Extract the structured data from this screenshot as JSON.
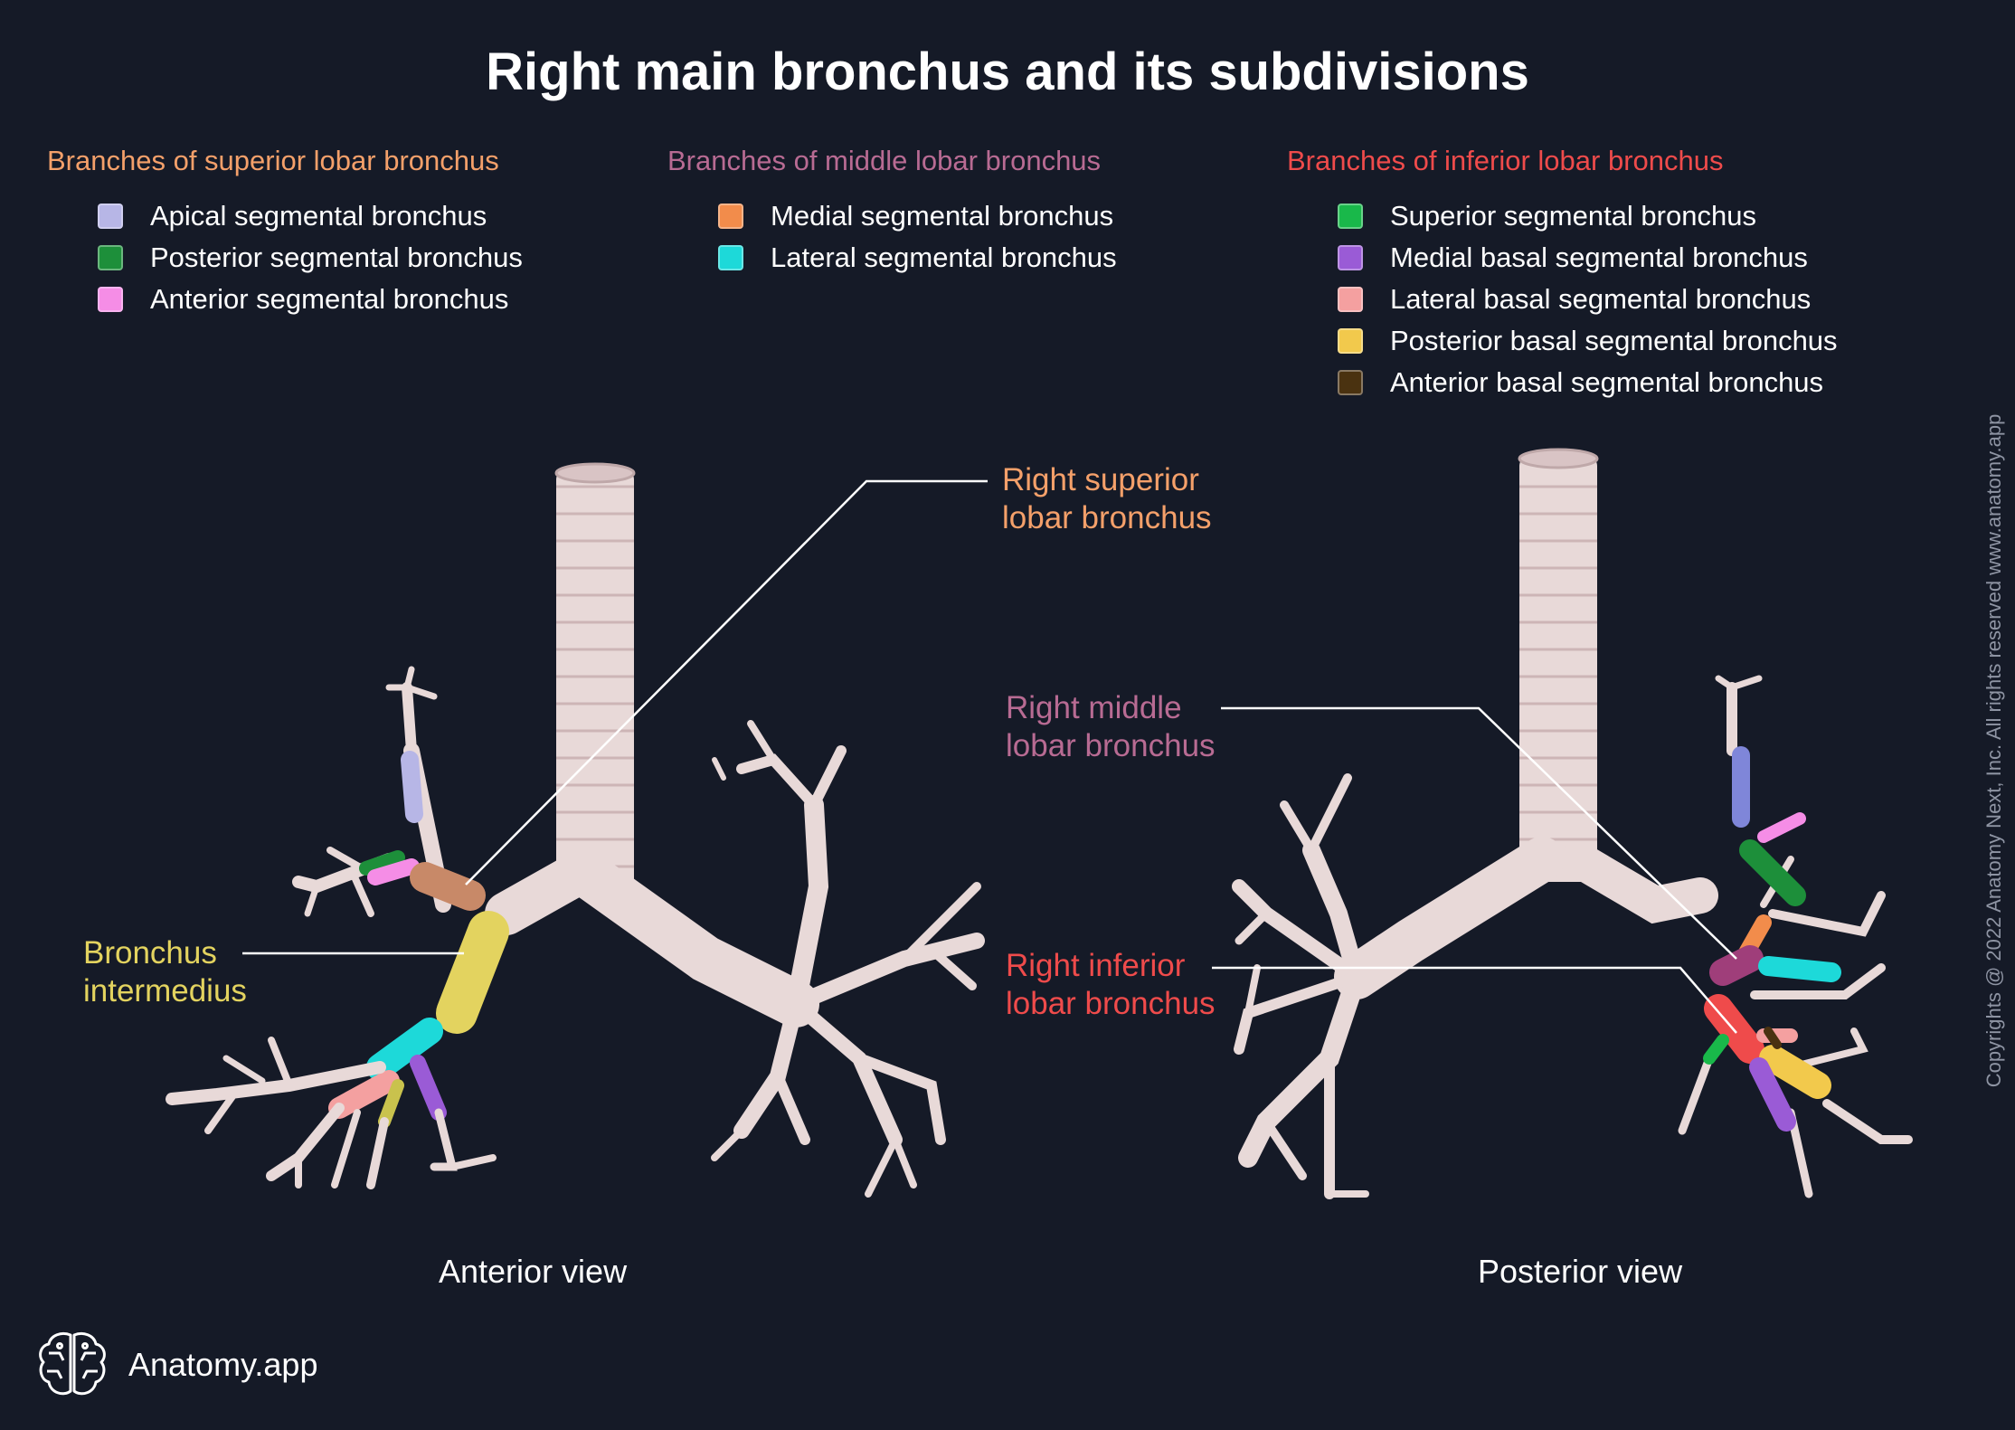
{
  "title": "Right main bronchus and its subdivisions",
  "legend": {
    "superior": {
      "heading": "Branches of superior lobar bronchus",
      "color": "#f4a06a",
      "items": [
        {
          "label": "Apical segmental bronchus",
          "color": "#b7b6e6"
        },
        {
          "label": "Posterior segmental bronchus",
          "color": "#1d8f3a"
        },
        {
          "label": "Anterior segmental bronchus",
          "color": "#f58de6"
        }
      ]
    },
    "middle": {
      "heading": "Branches of middle lobar bronchus",
      "color": "#b86b93",
      "items": [
        {
          "label": "Medial segmental bronchus",
          "color": "#f28c4b"
        },
        {
          "label": "Lateral segmental bronchus",
          "color": "#1dd9d9"
        }
      ]
    },
    "inferior": {
      "heading": "Branches of inferior lobar bronchus",
      "color": "#ef4b4b",
      "items": [
        {
          "label": "Superior segmental bronchus",
          "color": "#19b84a"
        },
        {
          "label": "Medial basal segmental bronchus",
          "color": "#9a5bd6"
        },
        {
          "label": "Lateral basal segmental bronchus",
          "color": "#f4a0a0"
        },
        {
          "label": "Posterior basal segmental bronchus",
          "color": "#f2c94c"
        },
        {
          "label": "Anterior basal segmental bronchus",
          "color": "#4a3210"
        }
      ]
    }
  },
  "callouts": {
    "right_superior": {
      "line1": "Right superior",
      "line2": "lobar bronchus",
      "color": "#f4a06a"
    },
    "bronchus_intermedius": {
      "line1": "Bronchus",
      "line2": "intermedius",
      "color": "#e3d35f"
    },
    "right_middle": {
      "line1": "Right middle",
      "line2": "lobar bronchus",
      "color": "#b86b93"
    },
    "right_inferior": {
      "line1": "Right inferior",
      "line2": "lobar bronchus",
      "color": "#ef4b4b"
    }
  },
  "views": {
    "anterior": "Anterior view",
    "posterior": "Posterior view"
  },
  "copyright": "Copyrights @ 2022 Anatomy Next, Inc. All rights reserved www.anatomy.app",
  "brand": {
    "name": "Anatomy.app",
    "icon": "brain-icon"
  },
  "colors": {
    "background": "#151a27",
    "tissue": "#e8d9d8",
    "leader": "#ffffff"
  }
}
